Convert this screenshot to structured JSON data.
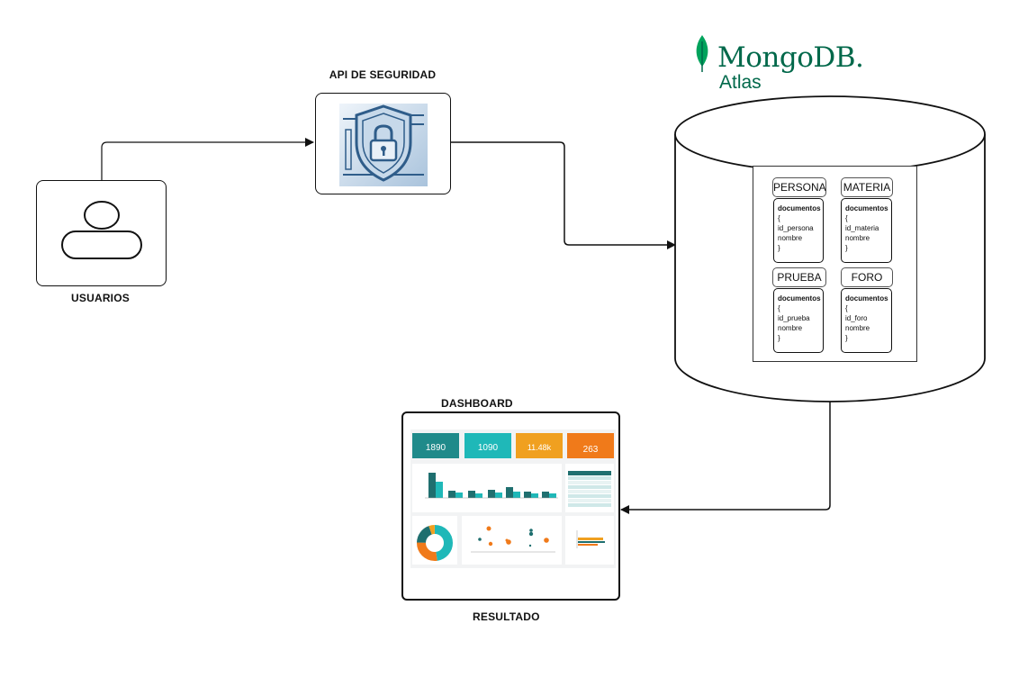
{
  "labels": {
    "api": "API DE SEGURIDAD",
    "users": "USUARIOS",
    "dashboard": "DASHBOARD",
    "result": "RESULTADO"
  },
  "mongodb": {
    "brand": "MongoDB.",
    "product": "Atlas",
    "brand_color": "#00684A",
    "leaf_color": "#00A35C"
  },
  "collections": [
    {
      "name": "PERSONA",
      "head": "documentos",
      "brace_open": "{",
      "fields": [
        "id_persona",
        "nombre"
      ],
      "brace_close": "}"
    },
    {
      "name": "MATERIA",
      "head": "documentos",
      "brace_open": "{",
      "fields": [
        "id_materia",
        "nombre"
      ],
      "brace_close": "}"
    },
    {
      "name": "PRUEBA",
      "head": "documentos",
      "brace_open": "{",
      "fields": [
        "id_prueba",
        "nombre"
      ],
      "brace_close": "}"
    },
    {
      "name": "FORO",
      "head": "documentos",
      "brace_open": "{",
      "fields": [
        "id_foro",
        "nombre"
      ],
      "brace_close": "}"
    }
  ],
  "dashboard_kpis": [
    {
      "value": "1890",
      "color": "#1f8a8a"
    },
    {
      "value": "1090",
      "color": "#1fb8b8"
    },
    {
      "value": "11.48k",
      "color": "#f0a020"
    },
    {
      "value": "263",
      "color": "#f07a1a"
    }
  ],
  "colors": {
    "line": "#111111",
    "shield": "#2f5d8a"
  }
}
